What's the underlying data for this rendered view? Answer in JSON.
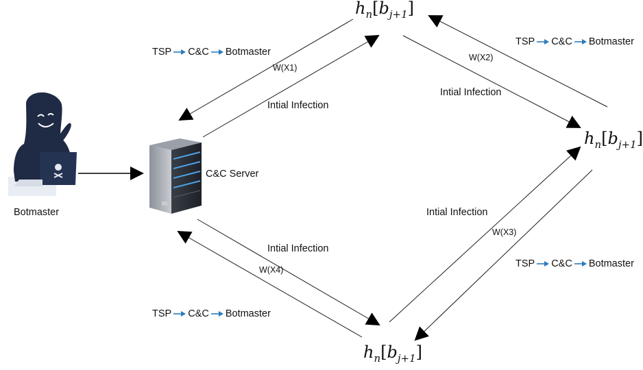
{
  "actors": {
    "botmaster_label": "Botmaster",
    "server_label": "C&C Server"
  },
  "nodes": {
    "top": {
      "h": "h",
      "h_sub": "n",
      "b": "b",
      "b_sub": "j+1"
    },
    "right": {
      "h": "h",
      "h_sub": "n",
      "b": "b",
      "b_sub": "j+1"
    },
    "bottom": {
      "h": "h",
      "h_sub": "n",
      "b": "b",
      "b_sub": "j+1"
    }
  },
  "flows": [
    {
      "tsp": "TSP",
      "cc": "C&C",
      "bm": "Botmaster"
    },
    {
      "tsp": "TSP",
      "cc": "C&C",
      "bm": "Botmaster"
    },
    {
      "tsp": "TSP",
      "cc": "C&C",
      "bm": "Botmaster"
    },
    {
      "tsp": "TSP",
      "cc": "C&C",
      "bm": "Botmaster"
    }
  ],
  "edge_labels": {
    "infection": [
      "Intial Infection",
      "Intial Infection",
      "Intial Infection",
      "Intial Infection"
    ],
    "weights": [
      "W(X1)",
      "W(X2)",
      "W(X3)",
      "W(X4)"
    ]
  },
  "colors": {
    "line": "#1a1a1a",
    "flow_arrow": "#2b7bbd",
    "silhouette": "#1f2a44",
    "laptop": "#243352"
  }
}
